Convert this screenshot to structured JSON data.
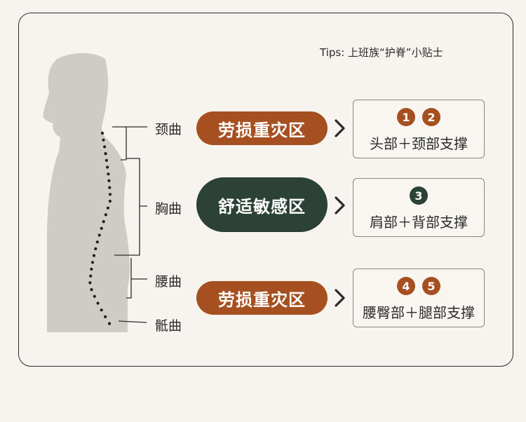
{
  "tips": "Tips: 上班族“护脊”小贴士",
  "colors": {
    "strain": "#a64f20",
    "sensitive": "#2d4237",
    "silhouette": "#cfcbc5",
    "line": "#2b2b2b"
  },
  "curves": [
    {
      "label": "颈曲"
    },
    {
      "label": "胸曲"
    },
    {
      "label": "腰曲"
    },
    {
      "label": "骶曲"
    }
  ],
  "zones": [
    {
      "label": "劳损重灾区",
      "type": "strain",
      "badges": [
        "1",
        "2"
      ],
      "advice": "头部＋颈部支撑"
    },
    {
      "label": "舒适敏感区",
      "type": "sensitive",
      "badges": [
        "3"
      ],
      "advice": "肩部＋背部支撑"
    },
    {
      "label": "劳损重灾区",
      "type": "strain",
      "badges": [
        "4",
        "5"
      ],
      "advice": "腰臀部＋腿部支撑"
    }
  ]
}
